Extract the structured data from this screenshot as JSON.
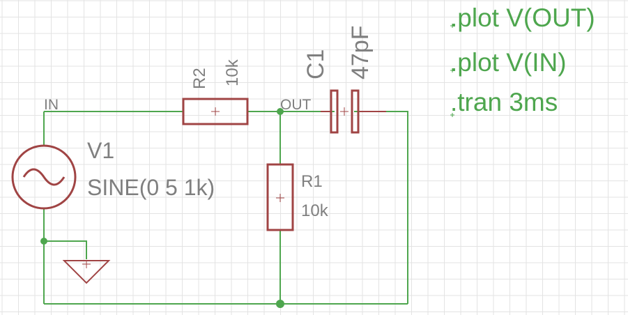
{
  "components": {
    "v1": {
      "name": "V1",
      "value": "SINE(0 5 1k)"
    },
    "r2": {
      "name": "R2",
      "value": "10k"
    },
    "r1": {
      "name": "R1",
      "value": "10k"
    },
    "c1": {
      "name": "C1",
      "value": "47pF"
    }
  },
  "nets": {
    "in": "IN",
    "out": "OUT"
  },
  "directives": [
    ".plot V(OUT)",
    ".plot V(IN)",
    ".tran 3ms"
  ],
  "colors": {
    "wire": "#4ea64e",
    "component": "#a04444",
    "component_text": "#7f7f7f",
    "directive_text": "#4ea64e",
    "grid": "#e3e3e3"
  }
}
